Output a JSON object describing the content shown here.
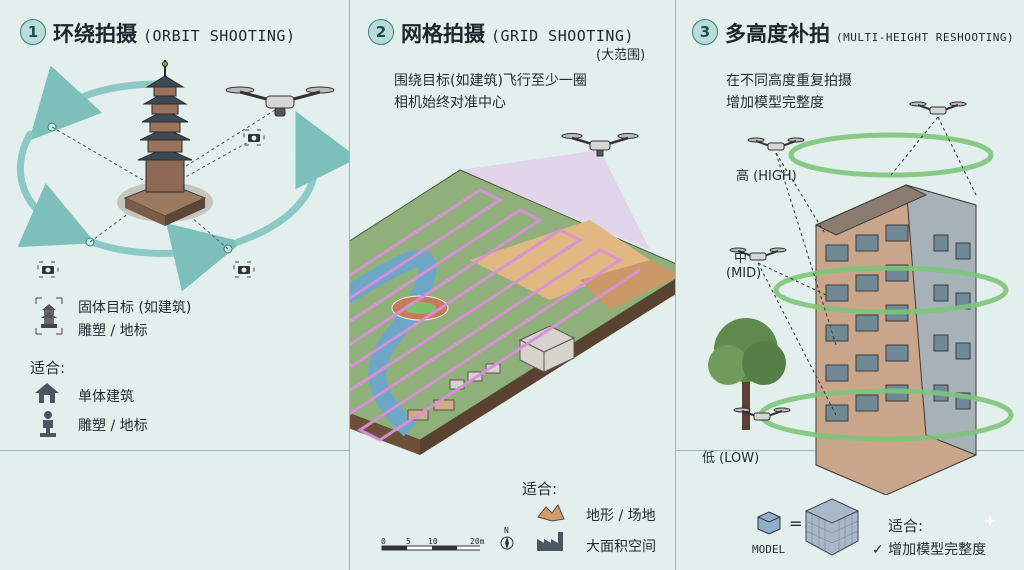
{
  "panel1": {
    "number": "1",
    "title_cn": "环绕拍摄",
    "title_en": "(ORBIT SHOOTING)",
    "target_label": "固体目标 (如建筑)",
    "target_sub": "雕塑 / 地标",
    "fit_title": "适合:",
    "fit_items": [
      "单体建筑",
      "雕塑 / 地标"
    ]
  },
  "panel2": {
    "number": "2",
    "title_cn": "网格拍摄",
    "title_en": "(GRID SHOOTING)",
    "scope": "(大范围)",
    "desc_line1": "围绕目标(如建筑)飞行至少一圈",
    "desc_line2": "相机始终对准中心",
    "fit_title": "适合:",
    "fit_items": [
      "地形 / 场地",
      "大面积空间"
    ],
    "scale_ticks": [
      "0",
      "5",
      "10",
      "20m"
    ],
    "north": "N"
  },
  "panel3": {
    "number": "3",
    "title_cn": "多高度补拍",
    "title_en": "(MULTI-HEIGHT RESHOOTING)",
    "desc_line1": "在不同高度重复拍摄",
    "desc_line2": "增加模型完整度",
    "height_high": "高 (HIGH)",
    "height_mid_cn": "中",
    "height_mid_en": "(MID)",
    "height_low": "低 (LOW)",
    "model_label": "MODEL",
    "equals": "=",
    "fit_title": "适合:",
    "fit_item": "✓ 增加模型完整度"
  },
  "colors": {
    "background": "#e3efed",
    "orbit_teal": "#8cc9c4",
    "grid_path": "#d88fd8",
    "swirl_green": "#7dc47a",
    "badge_fill": "#b8dcd8"
  }
}
